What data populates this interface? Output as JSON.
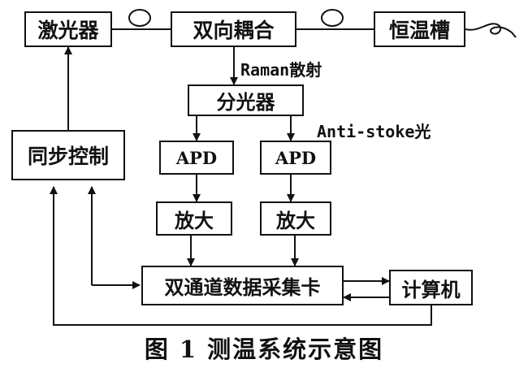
{
  "boxes": {
    "laser": "激光器",
    "coupler": "双向耦合",
    "thermostat": "恒温槽",
    "splitter": "分光器",
    "apd_left": "APD",
    "apd_right": "APD",
    "amp_left": "放大",
    "amp_right": "放大",
    "sync": "同步控制",
    "daq": "双通道数据采集卡",
    "computer": "计算机"
  },
  "labels": {
    "raman": "Raman散射",
    "antistoke": "Anti-stoke光"
  },
  "caption": "图 1  测温系统示意图"
}
